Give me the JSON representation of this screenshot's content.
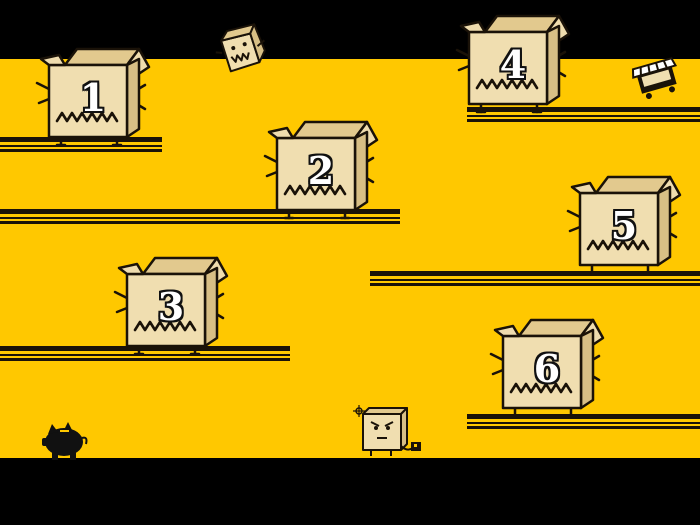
{
  "game": {
    "title": "",
    "levels": [
      {
        "label": "1"
      },
      {
        "label": "2"
      },
      {
        "label": "3"
      },
      {
        "label": "4"
      },
      {
        "label": "5"
      },
      {
        "label": "6"
      }
    ]
  },
  "colors": {
    "background": "#ffc800",
    "letterbox": "#000000",
    "box": "#f0deb0",
    "outline": "#1a1208"
  },
  "icons": [
    "flying-box-icon",
    "shop-cart-icon",
    "piggy-bank-icon",
    "player-box-icon",
    "aim-crosshair-icon"
  ]
}
